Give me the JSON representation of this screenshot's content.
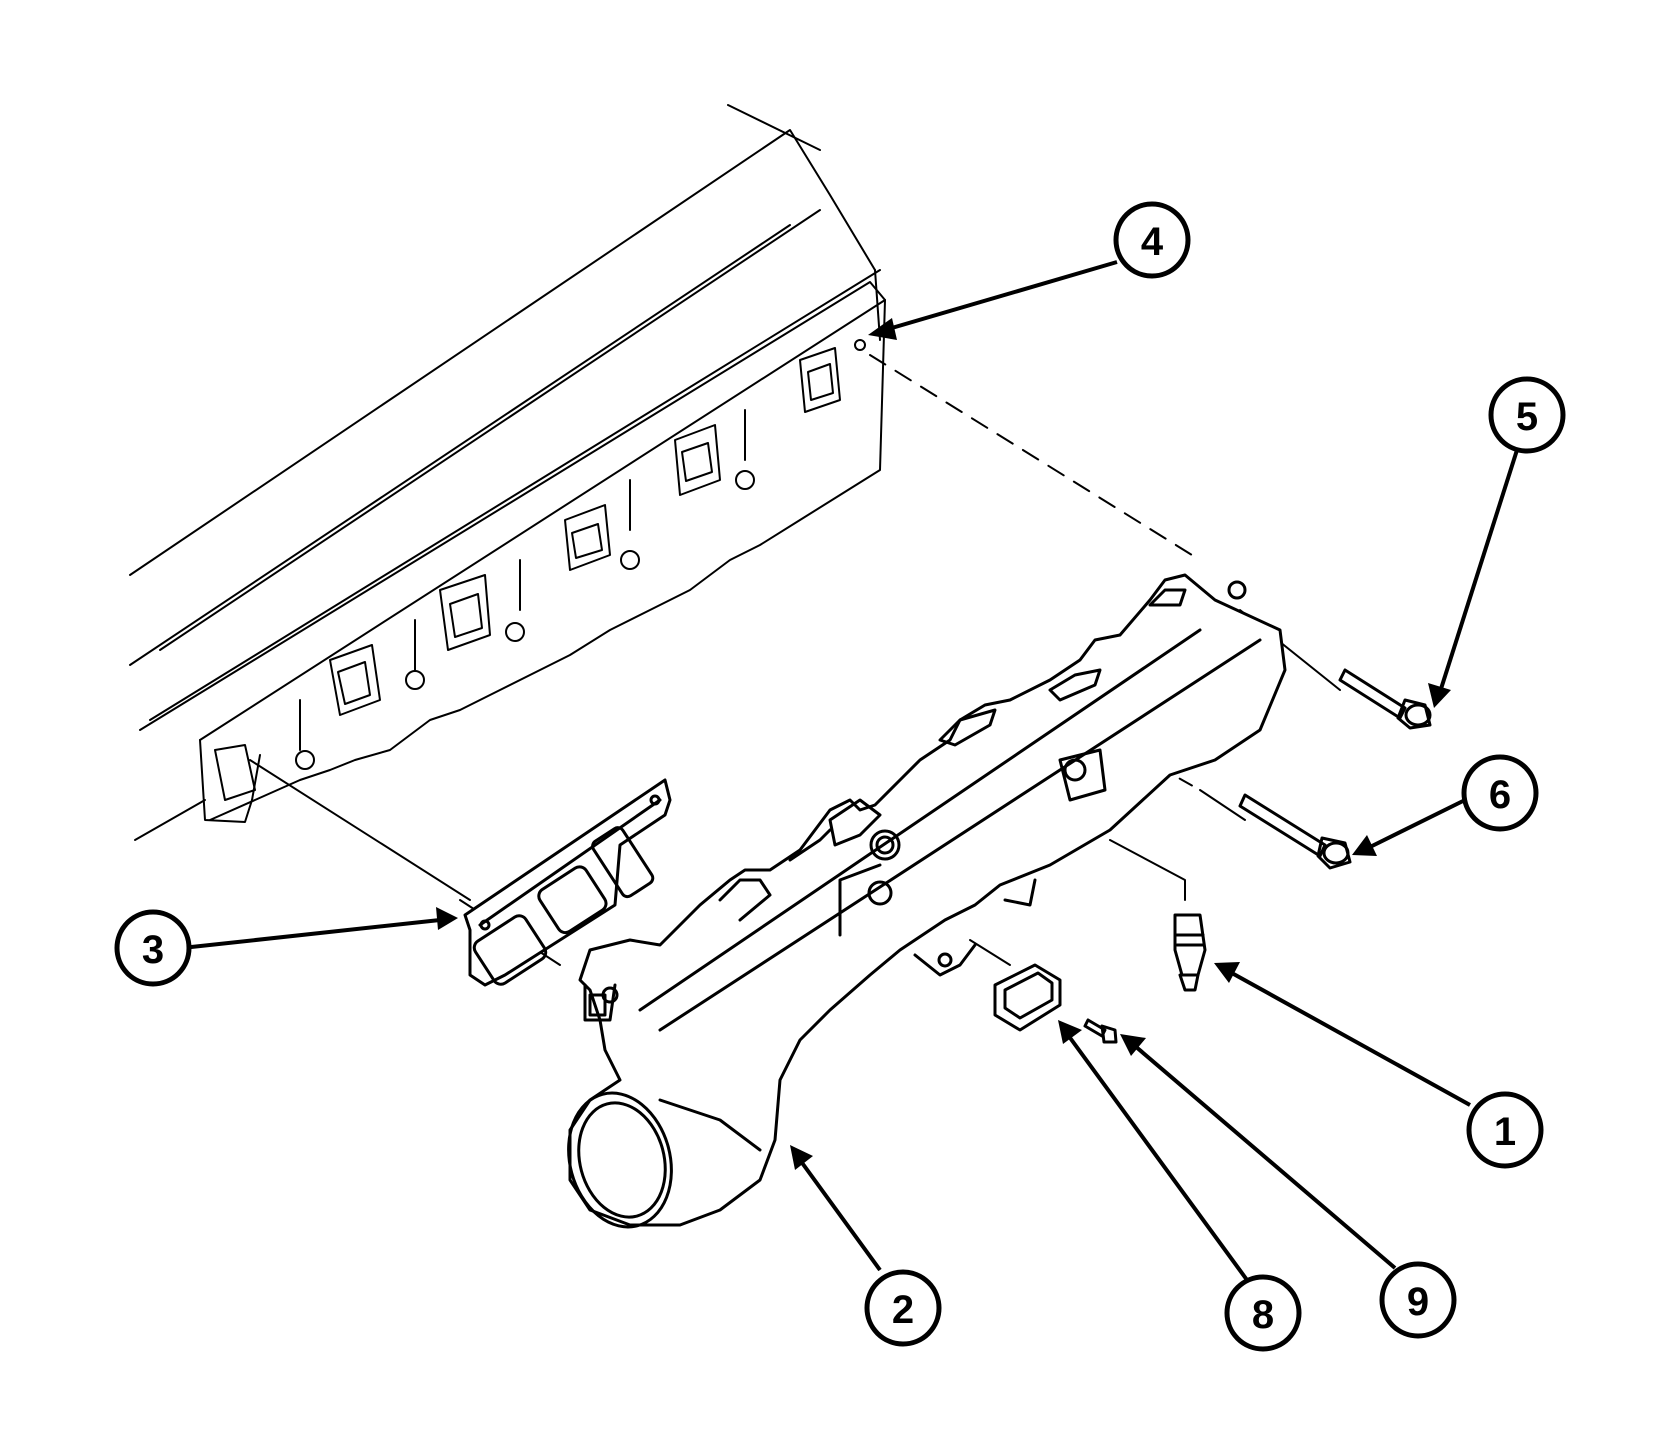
{
  "callouts": [
    {
      "id": "1",
      "label": "1"
    },
    {
      "id": "2",
      "label": "2"
    },
    {
      "id": "3",
      "label": "3"
    },
    {
      "id": "4",
      "label": "4"
    },
    {
      "id": "5",
      "label": "5"
    },
    {
      "id": "6",
      "label": "6"
    },
    {
      "id": "8",
      "label": "8"
    },
    {
      "id": "9",
      "label": "9"
    }
  ],
  "colors": {
    "ink": "#000000",
    "background": "#ffffff"
  }
}
